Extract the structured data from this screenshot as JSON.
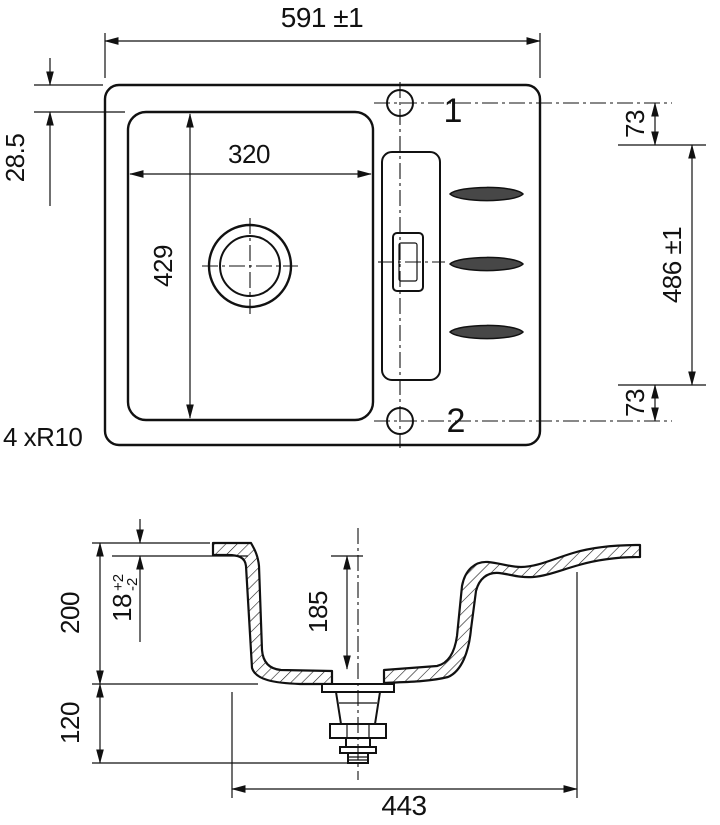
{
  "colors": {
    "line": "#111111",
    "background": "#ffffff",
    "rib_fill": "#474747"
  },
  "top_view": {
    "overall_width": "591 ±1",
    "rim_offset": "28.5",
    "bowl_width": "320",
    "bowl_length": "429",
    "hole1": "1",
    "hole2": "2",
    "hole_offset_top": "73",
    "overall_depth": "486 ±1",
    "hole_offset_bottom": "73",
    "corner_radius": "4 xR10"
  },
  "section_view": {
    "outer_depth": "200",
    "rim_thickness": "18",
    "rim_tol_plus": "+2",
    "rim_tol_minus": "-2",
    "inner_depth": "185",
    "drain_height": "120",
    "base_width": "443"
  }
}
